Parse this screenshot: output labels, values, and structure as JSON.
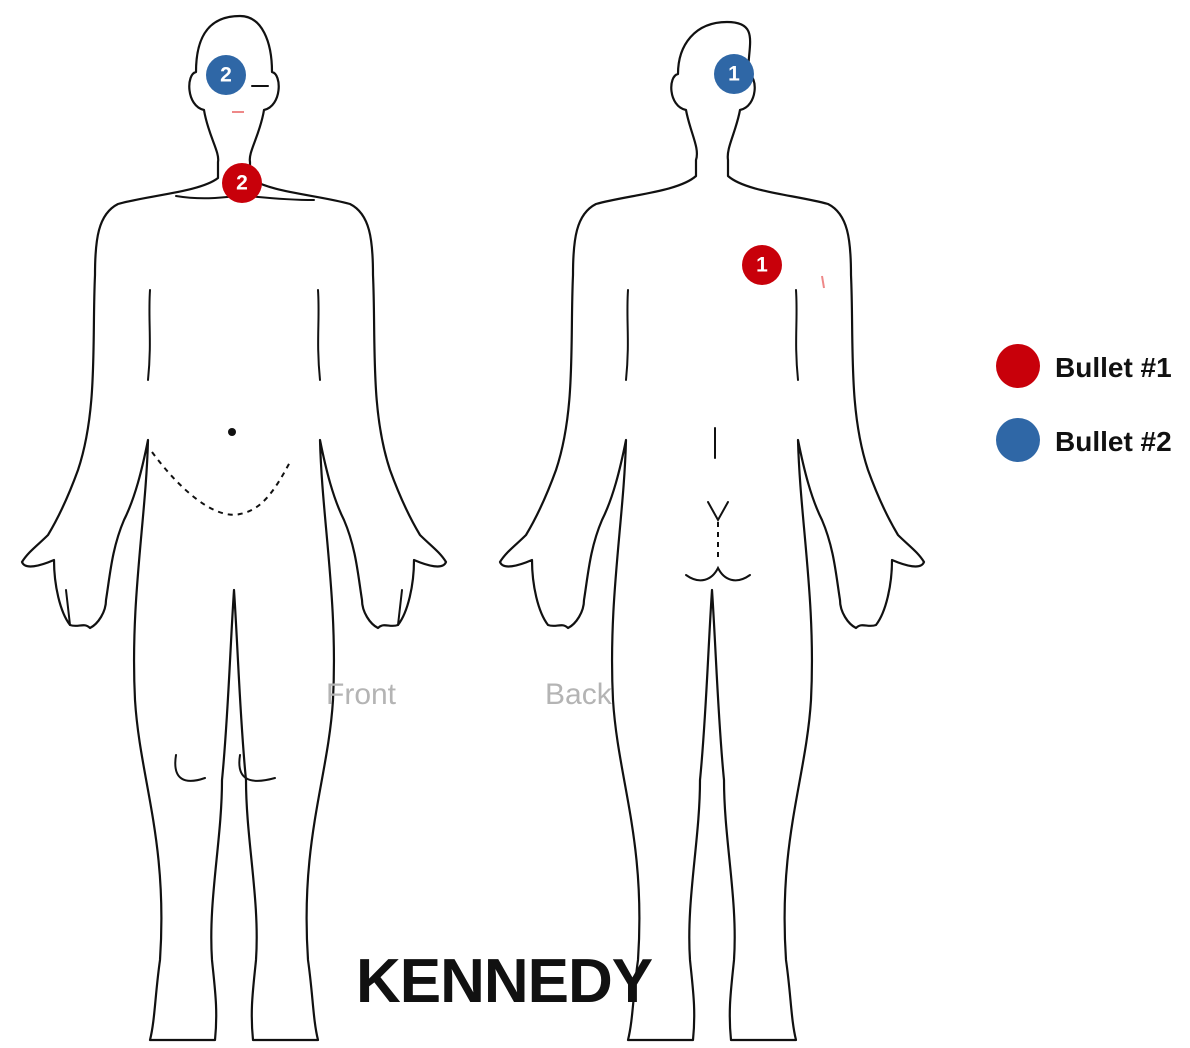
{
  "title": "KENNEDY",
  "views": {
    "front_label": "Front",
    "back_label": "Back"
  },
  "legend": [
    {
      "label": "Bullet #1",
      "color": "#c8000a"
    },
    {
      "label": "Bullet #2",
      "color": "#2f67a6"
    }
  ],
  "wounds": [
    {
      "view": "back",
      "location": "head",
      "number": "1",
      "bullet": "Bullet #2",
      "color": "#2f67a6"
    },
    {
      "view": "back",
      "location": "upper-back",
      "number": "1",
      "bullet": "Bullet #1",
      "color": "#c8000a"
    },
    {
      "view": "front",
      "location": "head",
      "number": "2",
      "bullet": "Bullet #2",
      "color": "#2f67a6"
    },
    {
      "view": "front",
      "location": "throat",
      "number": "2",
      "bullet": "Bullet #1",
      "color": "#c8000a"
    }
  ]
}
